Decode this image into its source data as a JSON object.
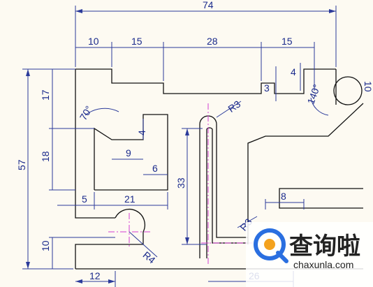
{
  "dimensions": {
    "overall_width": "74",
    "top_segments": [
      "10",
      "15",
      "28",
      "15"
    ],
    "top_step_depth": "4",
    "step_small": "3",
    "left_17": "17",
    "left_18": "18",
    "total_height": "57",
    "height_33": "33",
    "height_10": "10",
    "angle_70": "70°",
    "angle_140": "140°",
    "dim_9": "9",
    "dim_4": "4",
    "dim_6": "6",
    "dim_5": "5",
    "dim_21": "21",
    "dim_12": "12",
    "dim_26": "26",
    "dim_8": "8",
    "radius_r3_top": "R3",
    "radius_r3_bottom": "R3",
    "radius_r4": "R4",
    "dim_right_cut": "10"
  },
  "watermark": {
    "cn": "查询啦",
    "en": "chaxunla.com"
  },
  "colors": {
    "geometry": "#111111",
    "dimension": "#2b3a9a",
    "centerline": "#d23fd2",
    "watermark_ring": "#2a6fe0",
    "watermark_dot": "#f4a21d"
  }
}
